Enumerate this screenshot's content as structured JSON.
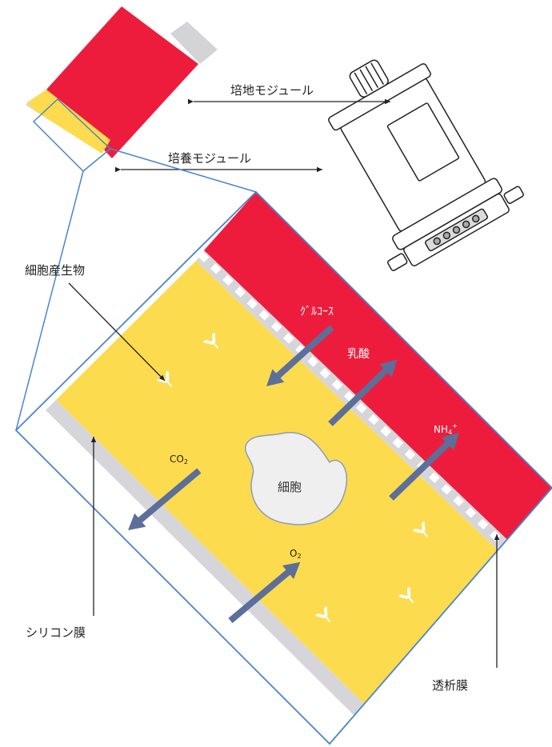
{
  "colors": {
    "culture_medium": "#EE1C3C",
    "cell_space": "#FDDB4E",
    "membrane": "#D6D6DA",
    "outline": "#4A86C8",
    "flow_arrow": "#5B6F9A",
    "cell": "#EFEFF0",
    "cell_border": "#8C9DB8",
    "device_grey": "#D4D4D6"
  },
  "icons": {
    "module_device": "bioreactor-module-icon",
    "product": "antibody-icon"
  },
  "labels": {
    "medium_module": "培地モジュール",
    "culture_module": "培養モジュール",
    "cell_product": "細胞産生物",
    "glucose": "ｸﾞﾙｺｰｽ",
    "lactate": "乳酸",
    "ammonium": "NH",
    "ammonium_sub": "4",
    "ammonium_sup": "+",
    "co2": "CO",
    "co2_sub": "2",
    "o2": "O",
    "o2_sub": "2",
    "cell": "細胞",
    "silicone_membrane": "シリコン膜",
    "dialysis_membrane": "透析膜"
  }
}
